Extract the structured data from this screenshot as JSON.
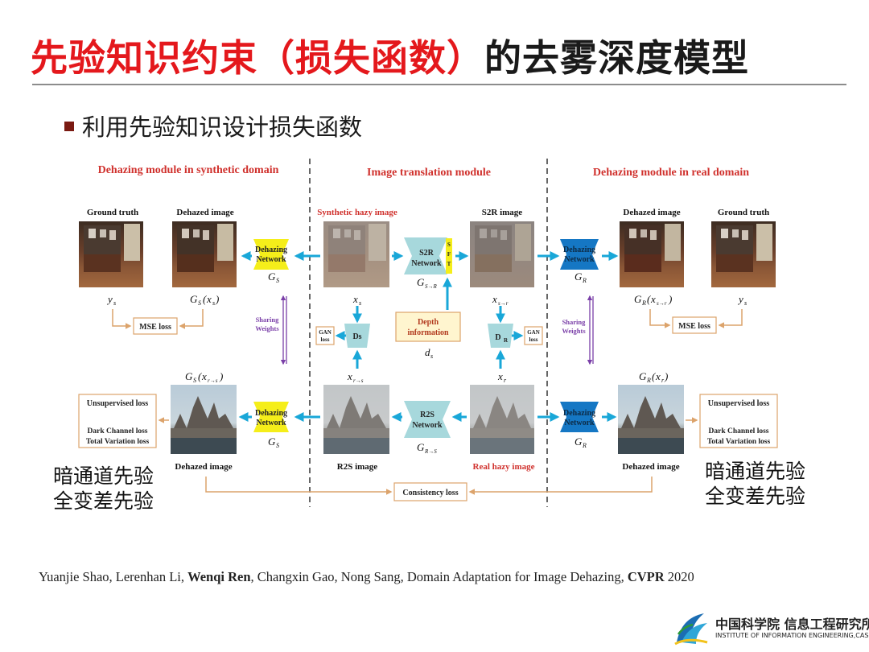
{
  "slide": {
    "title_red": "先验知识约束（损失函数）",
    "title_dark": "的去雾深度模型",
    "bullet": "利用先验知识设计损失函数",
    "left_note_1": "暗通道先验",
    "left_note_2": "全变差先验",
    "right_note_1": "暗通道先验",
    "right_note_2": "全变差先验",
    "citation": {
      "part1": "Yuanjie Shao, Lerenhan Li, ",
      "bold_author": "Wenqi Ren",
      "part2": ", Changxin Gao, Nong Sang, Domain Adaptation for Image Dehazing, ",
      "bold_venue": "CVPR",
      "part3": " 2020"
    },
    "logo": {
      "cn": "中国科学院 信息工程研究所",
      "en": "INSTITUTE OF INFORMATION ENGINEERING,CAS"
    }
  },
  "diagram": {
    "sections": {
      "synthetic": "Dehazing module in synthetic domain",
      "translation": "Image translation module",
      "real": "Dehazing module in real domain"
    },
    "labels": {
      "gt_left": "Ground truth",
      "dehazed_top_left": "Dehazed image",
      "synthetic_hazy": "Synthetic hazy image",
      "s2r_image": "S2R image",
      "dehazed_top_right": "Dehazed image",
      "gt_right": "Ground truth",
      "dehazed_bottom_left": "Dehazed image",
      "r2s_image": "R2S image",
      "real_hazy": "Real hazy image",
      "dehazed_bottom_right": "Dehazed image"
    },
    "networks": {
      "dehazing_line1": "Dehazing",
      "dehazing_line2": "Network",
      "s2r_line1": "S2R",
      "s2r_line2": "Network",
      "r2s_line1": "R2S",
      "r2s_line2": "Network",
      "sft": "SFT",
      "ds": "Ds",
      "dr": "D",
      "dr_sub": "R",
      "depth_line1": "Depth",
      "depth_line2": "information"
    },
    "losses": {
      "mse": "MSE loss",
      "gan_line1": "GAN",
      "gan_line2": "loss",
      "unsup": "Unsupervised loss",
      "dark": "Dark Channel loss",
      "tv": "Total Variation loss",
      "consistency": "Consistency loss"
    },
    "sharing_line1": "Sharing",
    "sharing_line2": "Weights",
    "math": {
      "G": "G",
      "sub_S": "S",
      "sub_R": "R",
      "sub_StoR": "S→R",
      "sub_RtoS": "R→S",
      "y": "y",
      "x": "x",
      "d": "d",
      "s": "s",
      "r": "r",
      "s_to_r": "s→r",
      "r_to_s": "r→s",
      "open": "(",
      "close": ")"
    },
    "colors": {
      "section_title": "#d0312d",
      "arrow": "#19a7d8",
      "loss_border": "#dca36b",
      "yellow": "#f5ee1a",
      "blue_net": "#1577c4",
      "light_net": "#a7d8dc",
      "sharing": "#7a3fa8"
    }
  }
}
